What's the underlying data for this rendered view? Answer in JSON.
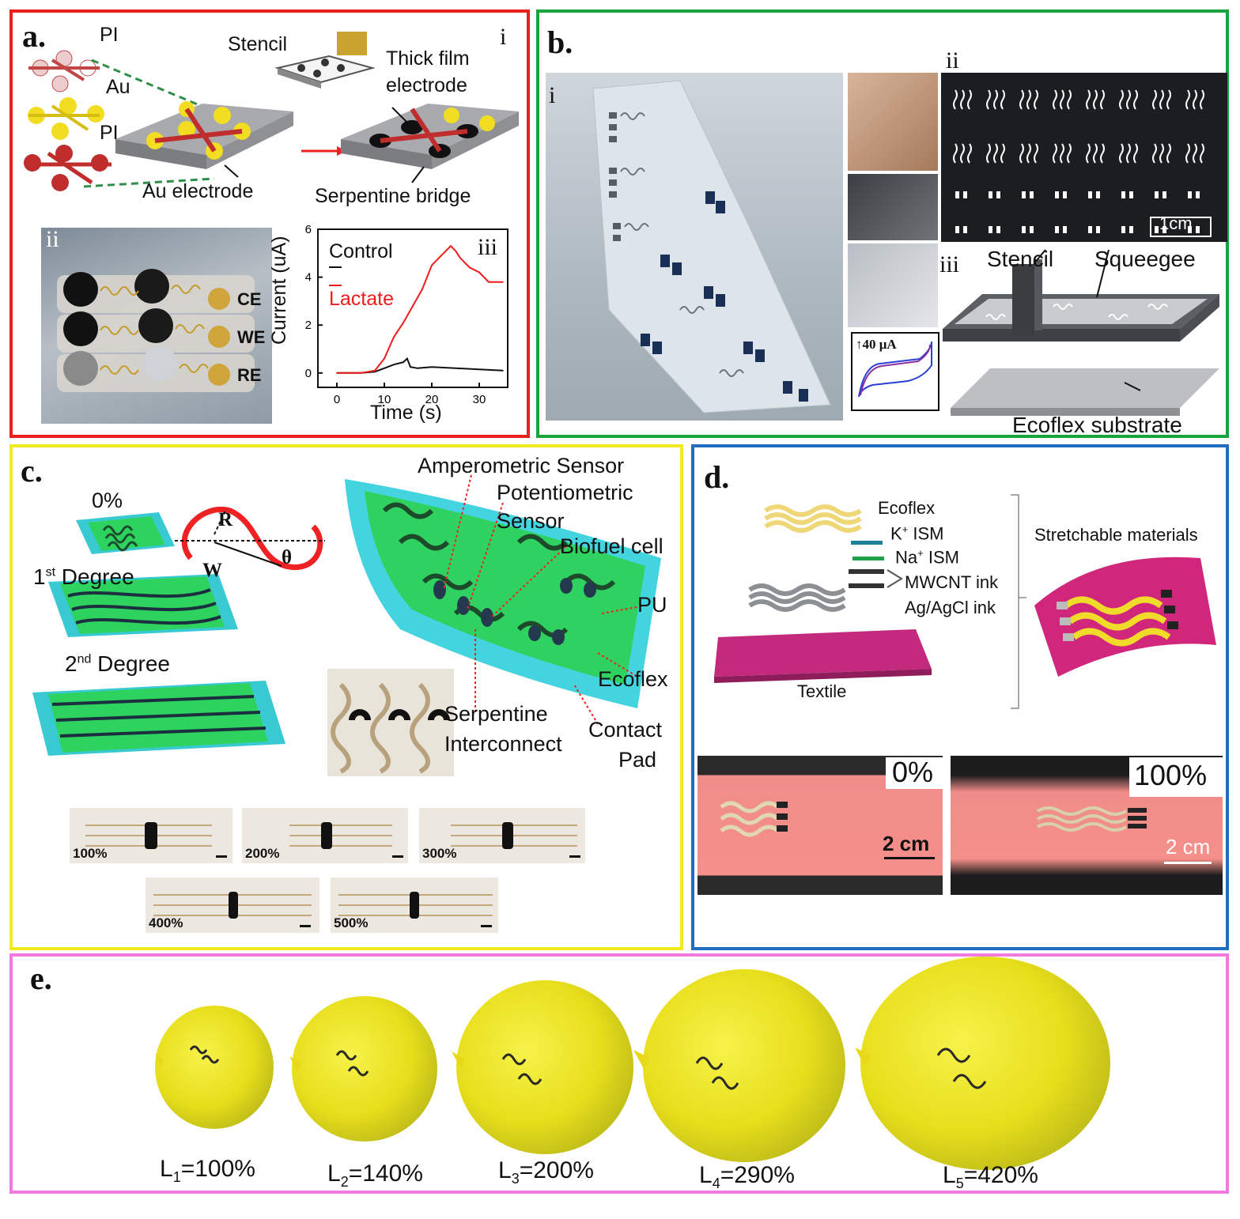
{
  "panel_a": {
    "label": "a.",
    "sub_i": "i",
    "sub_ii": "ii",
    "sub_iii": "iii",
    "layer_pi_top": "PI",
    "layer_au": "Au",
    "layer_pi_bottom": "PI",
    "stencil": "Stencil",
    "thick_film_1": "Thick film",
    "thick_film_2": "electrode",
    "au_electrode": "Au electrode",
    "serpentine_bridge": "Serpentine bridge",
    "photo_labels": [
      "CE",
      "WE",
      "RE"
    ],
    "border_color": "#e8211d"
  },
  "chart_data": {
    "type": "line",
    "title": "",
    "xlabel": "Time (s)",
    "ylabel": "Current (uA)",
    "xlim": [
      -4,
      36
    ],
    "ylim": [
      -0.6,
      6
    ],
    "xticks": [
      0,
      10,
      20,
      30
    ],
    "yticks": [
      0,
      2,
      4,
      6
    ],
    "legend_position": "top-left",
    "series": [
      {
        "name": "Control",
        "color": "#111111",
        "x": [
          0,
          5,
          8,
          10,
          12,
          14,
          14.8,
          15.5,
          17,
          20,
          25,
          30,
          35
        ],
        "y": [
          0,
          0,
          0.05,
          0.2,
          0.35,
          0.45,
          0.6,
          0.25,
          0.2,
          0.25,
          0.2,
          0.15,
          0.1
        ]
      },
      {
        "name": "Lactate",
        "color": "#ee1c1c",
        "x": [
          0,
          5,
          8,
          10,
          12,
          14,
          16,
          18,
          20,
          22,
          24,
          25,
          26,
          28,
          30,
          32,
          35
        ],
        "y": [
          0,
          0,
          0.1,
          0.6,
          1.5,
          2.1,
          2.8,
          3.5,
          4.5,
          4.9,
          5.3,
          5.1,
          4.8,
          4.4,
          4.2,
          3.8,
          3.8
        ]
      }
    ]
  },
  "panel_b": {
    "label": "b.",
    "sub_i": "i",
    "sub_ii": "ii",
    "sub_iii": "iii",
    "scale": "1cm",
    "cv_scale": "↑40 μA",
    "stencil": "Stencil",
    "squeegee": "Squeegee",
    "substrate": "Ecoflex substrate",
    "border_color": "#1aa33c"
  },
  "panel_c": {
    "label": "c.",
    "strain_0": "0%",
    "degree1_num": "1",
    "degree1_sup": "st",
    "degree1_rest": " Degree",
    "degree2_num": "2",
    "degree2_sup": "nd",
    "degree2_rest": " Degree",
    "sym_r": "R",
    "sym_w": "W",
    "sym_theta": "θ",
    "amperometric": "Amperometric Sensor",
    "potentiometric_1": "Potentiometric",
    "potentiometric_2": "Sensor",
    "biofuel": "Biofuel cell",
    "pu": "PU",
    "ecoflex": "Ecoflex",
    "serpentine_1": "Serpentine",
    "serpentine_2": "Interconnect",
    "contact_1": "Contact",
    "contact_2": "Pad",
    "strains": [
      "100%",
      "200%",
      "300%",
      "400%",
      "500%"
    ],
    "border_color": "#f2ea20"
  },
  "panel_d": {
    "label": "d.",
    "ecoflex": "Ecoflex",
    "k_a": "K",
    "k_sup": "+",
    "k_b": " ISM",
    "na_a": "Na",
    "na_sup": "+",
    "na_b": " ISM",
    "mwcnt": "MWCNT ink",
    "agcl": "Ag/AgCl ink",
    "textile": "Textile",
    "stretchable": "Stretchable materials",
    "strain_0": "0%",
    "strain_100": "100%",
    "scale1": "2 cm",
    "scale2": "2 cm",
    "border_color": "#1f6ec2"
  },
  "panel_e": {
    "label": "e.",
    "balloons": [
      {
        "sym": "L",
        "sub": "1",
        "val": "=100%"
      },
      {
        "sym": "L",
        "sub": "2",
        "val": "=140%"
      },
      {
        "sym": "L",
        "sub": "3",
        "val": "=200%"
      },
      {
        "sym": "L",
        "sub": "4",
        "val": "=290%"
      },
      {
        "sym": "L",
        "sub": "5",
        "val": "=420%"
      }
    ],
    "border_color": "#f07ae0"
  }
}
